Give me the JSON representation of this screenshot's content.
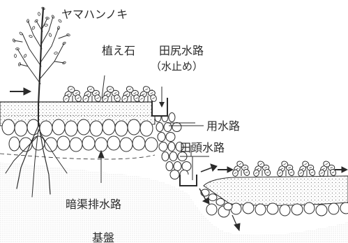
{
  "labels": {
    "tree": "ヤマハンノキ",
    "planted_stones": "植え石",
    "tajiri_canal_line1": "田尻水路",
    "tajiri_canal_line2": "（水止め）",
    "irrigation_canal": "用水路",
    "tagashira_canal": "田頭水路",
    "underdrain": "暗渠排水路",
    "bedrock": "基盤"
  },
  "colors": {
    "ink": "#2b2b2b",
    "stone_fill": "#ffffff",
    "soil_dot": "#9a9a9a",
    "base_fill": "#f3f3f3"
  }
}
